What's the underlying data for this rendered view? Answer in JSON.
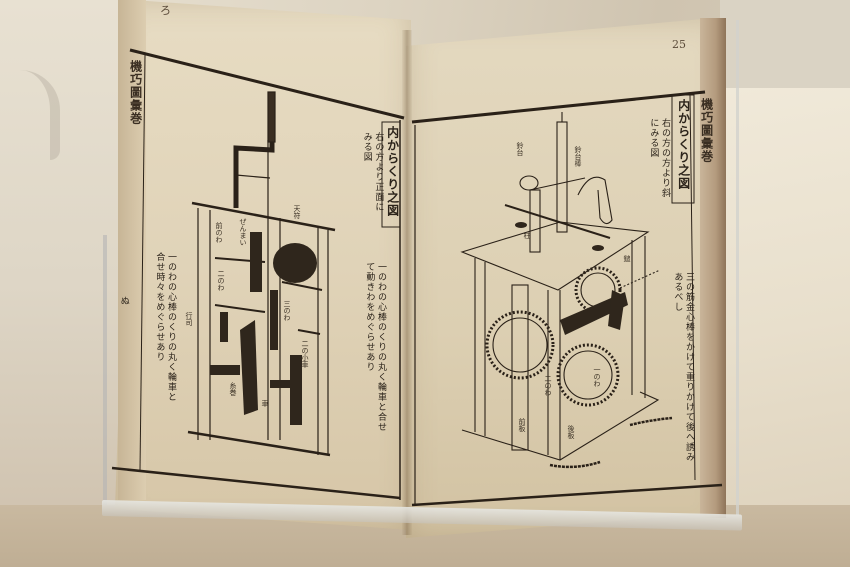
{
  "scene": {
    "subject": "Open antique Japanese woodblock-printed book showing clock mechanism diagrams, displayed on an acrylic stand",
    "background": "museum display wall",
    "colors": {
      "wall": "#e6dfcf",
      "paper": "#e0d3b8",
      "ink": "#2c241b",
      "spine": "#b49b7e",
      "floor": "#c4b49b"
    }
  },
  "left_page": {
    "spine_title": "機巧圖彙巻",
    "page_mark": "ろ",
    "diagram_title": "内からくり之図",
    "caption_top": "右の方より正面にみる図",
    "caption_main_right": "一のわの心棒のくりの丸く輪車と合せて動きわをめぐらせあり",
    "caption_main_left": "一のわの心棒のくりの丸く輪車と合せ時々をめぐらせあり",
    "part_labels": [
      "ぜんまい",
      "前のわ",
      "二のわ",
      "三のわ",
      "天符",
      "行司",
      "糸巻",
      "車",
      "二の小車"
    ],
    "margin_mark": "ぬ"
  },
  "right_page": {
    "page_number": "25",
    "spine_title": "機巧圖彙巻",
    "diagram_title": "内からくり之図",
    "caption_top": "右の方の方より斜にみる図",
    "caption_side": "三の筋金心棒をかけて重りかけて後へ誘みあるべし",
    "part_labels": [
      "鈴台",
      "鈴台棒",
      "柱",
      "前板",
      "二のわ",
      "一のわ",
      "鎚",
      "後板"
    ]
  }
}
